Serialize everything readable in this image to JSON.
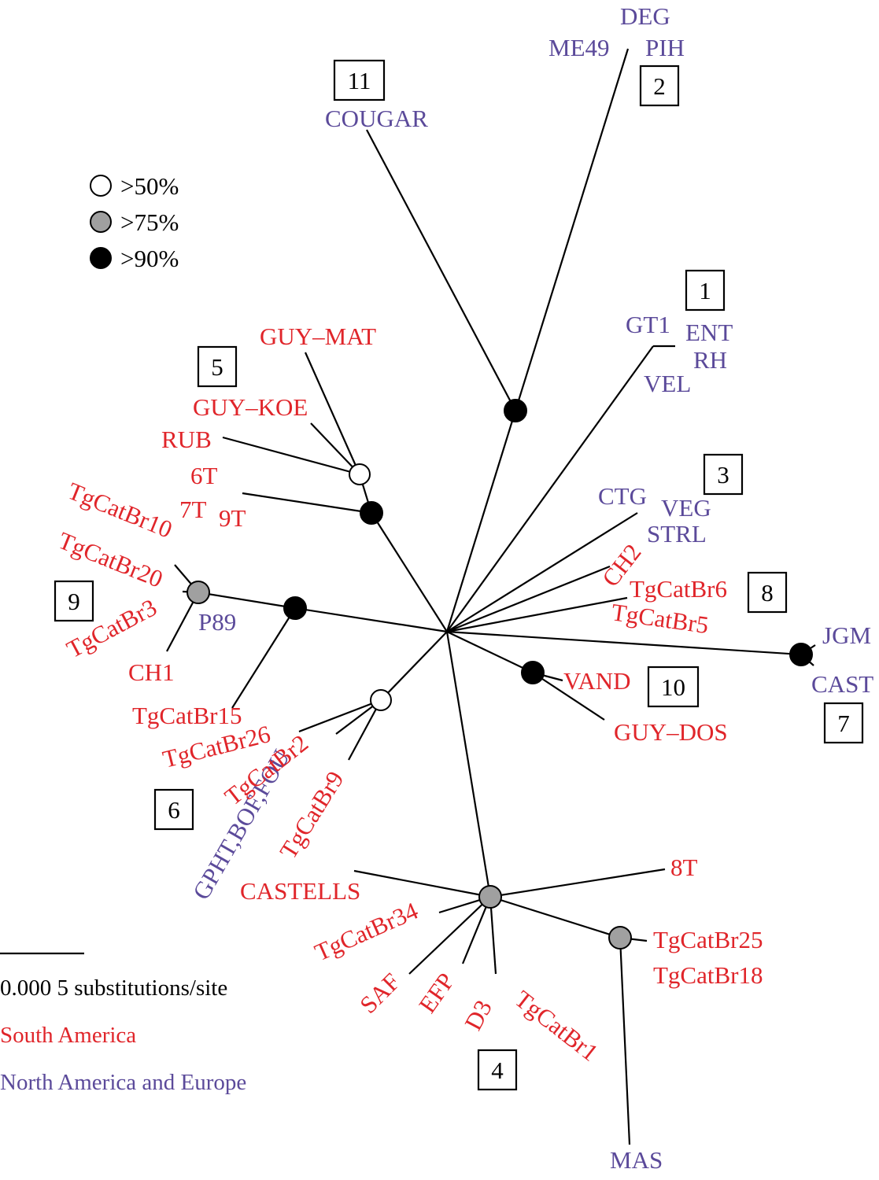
{
  "colors": {
    "south_america": "#e0252a",
    "north_america_europe": "#5b4a9a",
    "node_white": "#ffffff",
    "node_grey": "#a0a0a0",
    "node_black": "#000000"
  },
  "legend": {
    "support": [
      {
        "label": ">50%",
        "color": "#ffffff"
      },
      {
        "label": ">75%",
        "color": "#a0a0a0"
      },
      {
        "label": ">90%",
        "color": "#000000"
      }
    ],
    "scale_label": "0.000 5 substitutions/site",
    "region_south": "South America",
    "region_north": "North America and Europe"
  },
  "clades": {
    "c1": "1",
    "c2": "2",
    "c3": "3",
    "c4": "4",
    "c5": "5",
    "c6": "6",
    "c7": "7",
    "c8": "8",
    "c9": "9",
    "c10": "10",
    "c11": "11"
  },
  "taxa": {
    "deg": "DEG",
    "me49": "ME49",
    "pih": "PIH",
    "cougar": "COUGAR",
    "gt1": "GT1",
    "ent": "ENT",
    "rh": "RH",
    "vel": "VEL",
    "ctg": "CTG",
    "veg": "VEG",
    "strl": "STRL",
    "ch2": "CH2",
    "tgcatbr6": "TgCatBr6",
    "tgcatbr5": "TgCatBr5",
    "jgm": "JGM",
    "cast": "CAST",
    "vand": "VAND",
    "guy_dos": "GUY–DOS",
    "guy_mat": "GUY–MAT",
    "guy_koe": "GUY–KOE",
    "rub": "RUB",
    "t6": "6T",
    "t7": "7T",
    "t9": "9T",
    "tgcatbr10": "TgCatBr10",
    "tgcatbr20": "TgCatBr20",
    "tgcatbr3": "TgCatBr3",
    "p89": "P89",
    "ch1": "CH1",
    "tgcatbr15": "TgCatBr15",
    "tgcatbr26": "TgCatBr26",
    "tgcatbr2": "TgCatBr2",
    "gpht": "GPHT,BOF,FOU",
    "tgcatbr9": "TgCatBr9",
    "t8": "8T",
    "castells": "CASTELLS",
    "tgcatbr34": "TgCatBr34",
    "saf": "SAF",
    "efp": "EFP",
    "d3": "D3",
    "tgcatbr1": "TgCatBr1",
    "tgcatbr25": "TgCatBr25",
    "tgcatbr18": "TgCatBr18",
    "mas": "MAS"
  }
}
